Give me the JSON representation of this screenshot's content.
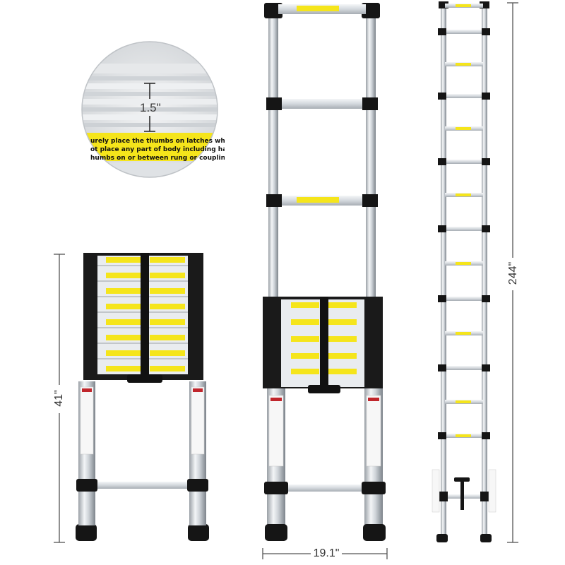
{
  "dimensions": {
    "collapsed_height": "41\"",
    "width": "19.1\"",
    "extended_height": "244\"",
    "rung_depth": "1.5\""
  },
  "zoom_warning_lines": [
    "urely place the thumbs on latches whe",
    "ot place any part of body including ha",
    "humbs on or between rung or coupling"
  ],
  "colors": {
    "aluminum": "#d9dde1",
    "label_yellow": "#f5e51b",
    "black": "#141414",
    "dimension_line": "#555555"
  },
  "ladders": [
    "collapsed-ladder",
    "partially-extended-ladder",
    "fully-extended-ladder"
  ]
}
